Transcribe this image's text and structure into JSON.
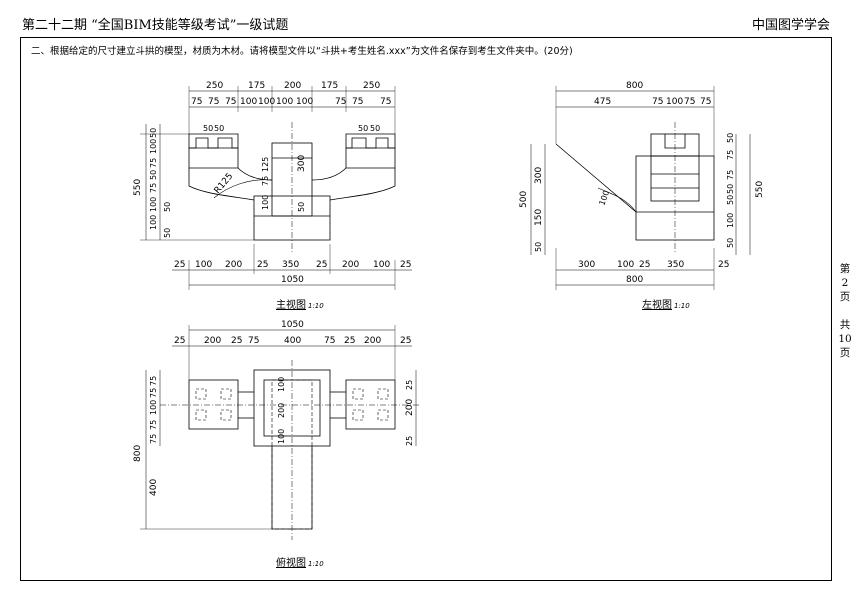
{
  "header": {
    "title": "第二十二期 “全国BIM技能等级考试”一级试题",
    "organization": "中国图学学会"
  },
  "question": "二、根据给定的尺寸建立斗拱的模型，材质为木材。请将模型文件以“斗拱+考生姓名.xxx”为文件名保存到考生文件夹中。(20分)",
  "page_indicator": [
    "第",
    "2",
    "页",
    "",
    "共",
    "10",
    "页"
  ],
  "views": {
    "front": {
      "title": "主视图",
      "scale": "1:10"
    },
    "side": {
      "title": "左视图",
      "scale": "1:10"
    },
    "top": {
      "title": "俯视图",
      "scale": "1:10"
    }
  },
  "dimensions": {
    "front_top_row1": [
      "250",
      "175",
      "200",
      "175",
      "250"
    ],
    "front_top_row2": [
      "75",
      "75",
      "75",
      "100",
      "100",
      "100",
      "100",
      "75",
      "75",
      "75"
    ],
    "front_top_small": [
      "50",
      "50",
      "50",
      "50"
    ],
    "front_left": [
      "550",
      "50",
      "100",
      "75",
      "50",
      "75",
      "100",
      "100",
      "50",
      "50"
    ],
    "front_inner": [
      "R125",
      "125",
      "75",
      "300",
      "100",
      "50"
    ],
    "front_bottom_row": [
      "25",
      "100",
      "200",
      "25",
      "350",
      "25",
      "200",
      "100",
      "25"
    ],
    "front_total": "1050",
    "side_top": "800",
    "side_top_row": [
      "475",
      "75",
      "100",
      "75",
      "75"
    ],
    "side_left": [
      "500",
      "300",
      "150",
      "50",
      "100"
    ],
    "side_right": [
      "550",
      "50",
      "75",
      "75",
      "50",
      "50",
      "100",
      "50"
    ],
    "side_bottom_row": [
      "300",
      "100",
      "25",
      "350",
      "25"
    ],
    "side_total": "800",
    "top_total": "1050",
    "top_row": [
      "25",
      "200",
      "25",
      "75",
      "400",
      "75",
      "25",
      "200",
      "25"
    ],
    "top_left": [
      "800",
      "75",
      "75",
      "100",
      "75",
      "75",
      "400"
    ],
    "top_inner": [
      "100",
      "200",
      "100"
    ],
    "top_right": [
      "25",
      "200",
      "25"
    ]
  }
}
